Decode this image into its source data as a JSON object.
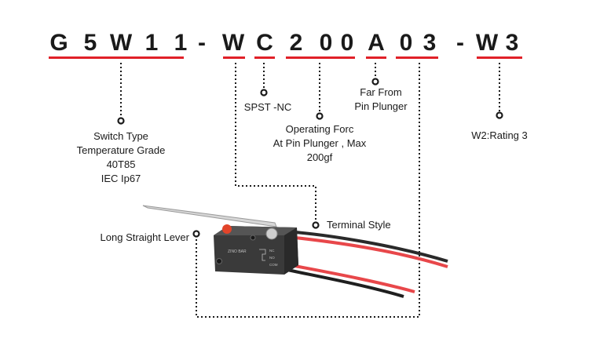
{
  "part_code": {
    "chars": [
      "G",
      "5",
      "W",
      "1",
      "1",
      "-",
      "W",
      "C",
      "2",
      "0",
      "0",
      "A",
      "0",
      "3",
      "-",
      "W",
      "3"
    ]
  },
  "annotations": {
    "switch_type": [
      "Switch Type",
      "Temperature Grade",
      "40T85",
      "IEC Ip67"
    ],
    "spst": "SPST -NC",
    "operating_force": [
      "Operating Forc",
      "At Pin Plunger , Max",
      "200gf"
    ],
    "far_from": [
      "Far From",
      "Pin Plunger"
    ],
    "rating": "W2:Rating 3",
    "terminal_style": "Terminal Style",
    "lever": "Long Straight Lever"
  },
  "switch_photo": {
    "brand": "ZINO BAR",
    "contacts": [
      "NC",
      "NO",
      "COM"
    ]
  },
  "colors": {
    "accent_red": "#e02028",
    "text": "#1a1a1a",
    "switch_body": "#3a3a3a",
    "actuator": "#e2442a"
  }
}
